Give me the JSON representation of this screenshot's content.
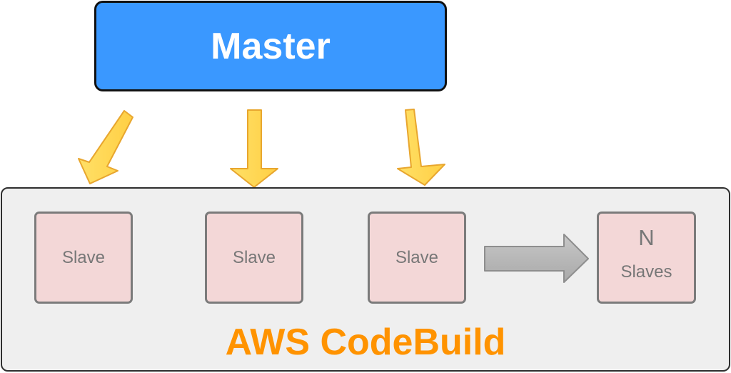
{
  "master": {
    "label": "Master",
    "color": "#3a98ff"
  },
  "codebuild": {
    "label": "AWS CodeBuild",
    "label_color": "#ff9300"
  },
  "slaves": [
    {
      "label": "Slave"
    },
    {
      "label": "Slave"
    },
    {
      "label": "Slave"
    }
  ],
  "scaled_slaves": {
    "count": "N",
    "label": "Slaves"
  },
  "colors": {
    "slave_fill": "#f3d7d7",
    "slave_border": "#7b7b7b",
    "arrow_fill": "#ffd85a",
    "arrow_stroke": "#e8a62e",
    "scale_arrow_fill": "#b9b9b9"
  }
}
